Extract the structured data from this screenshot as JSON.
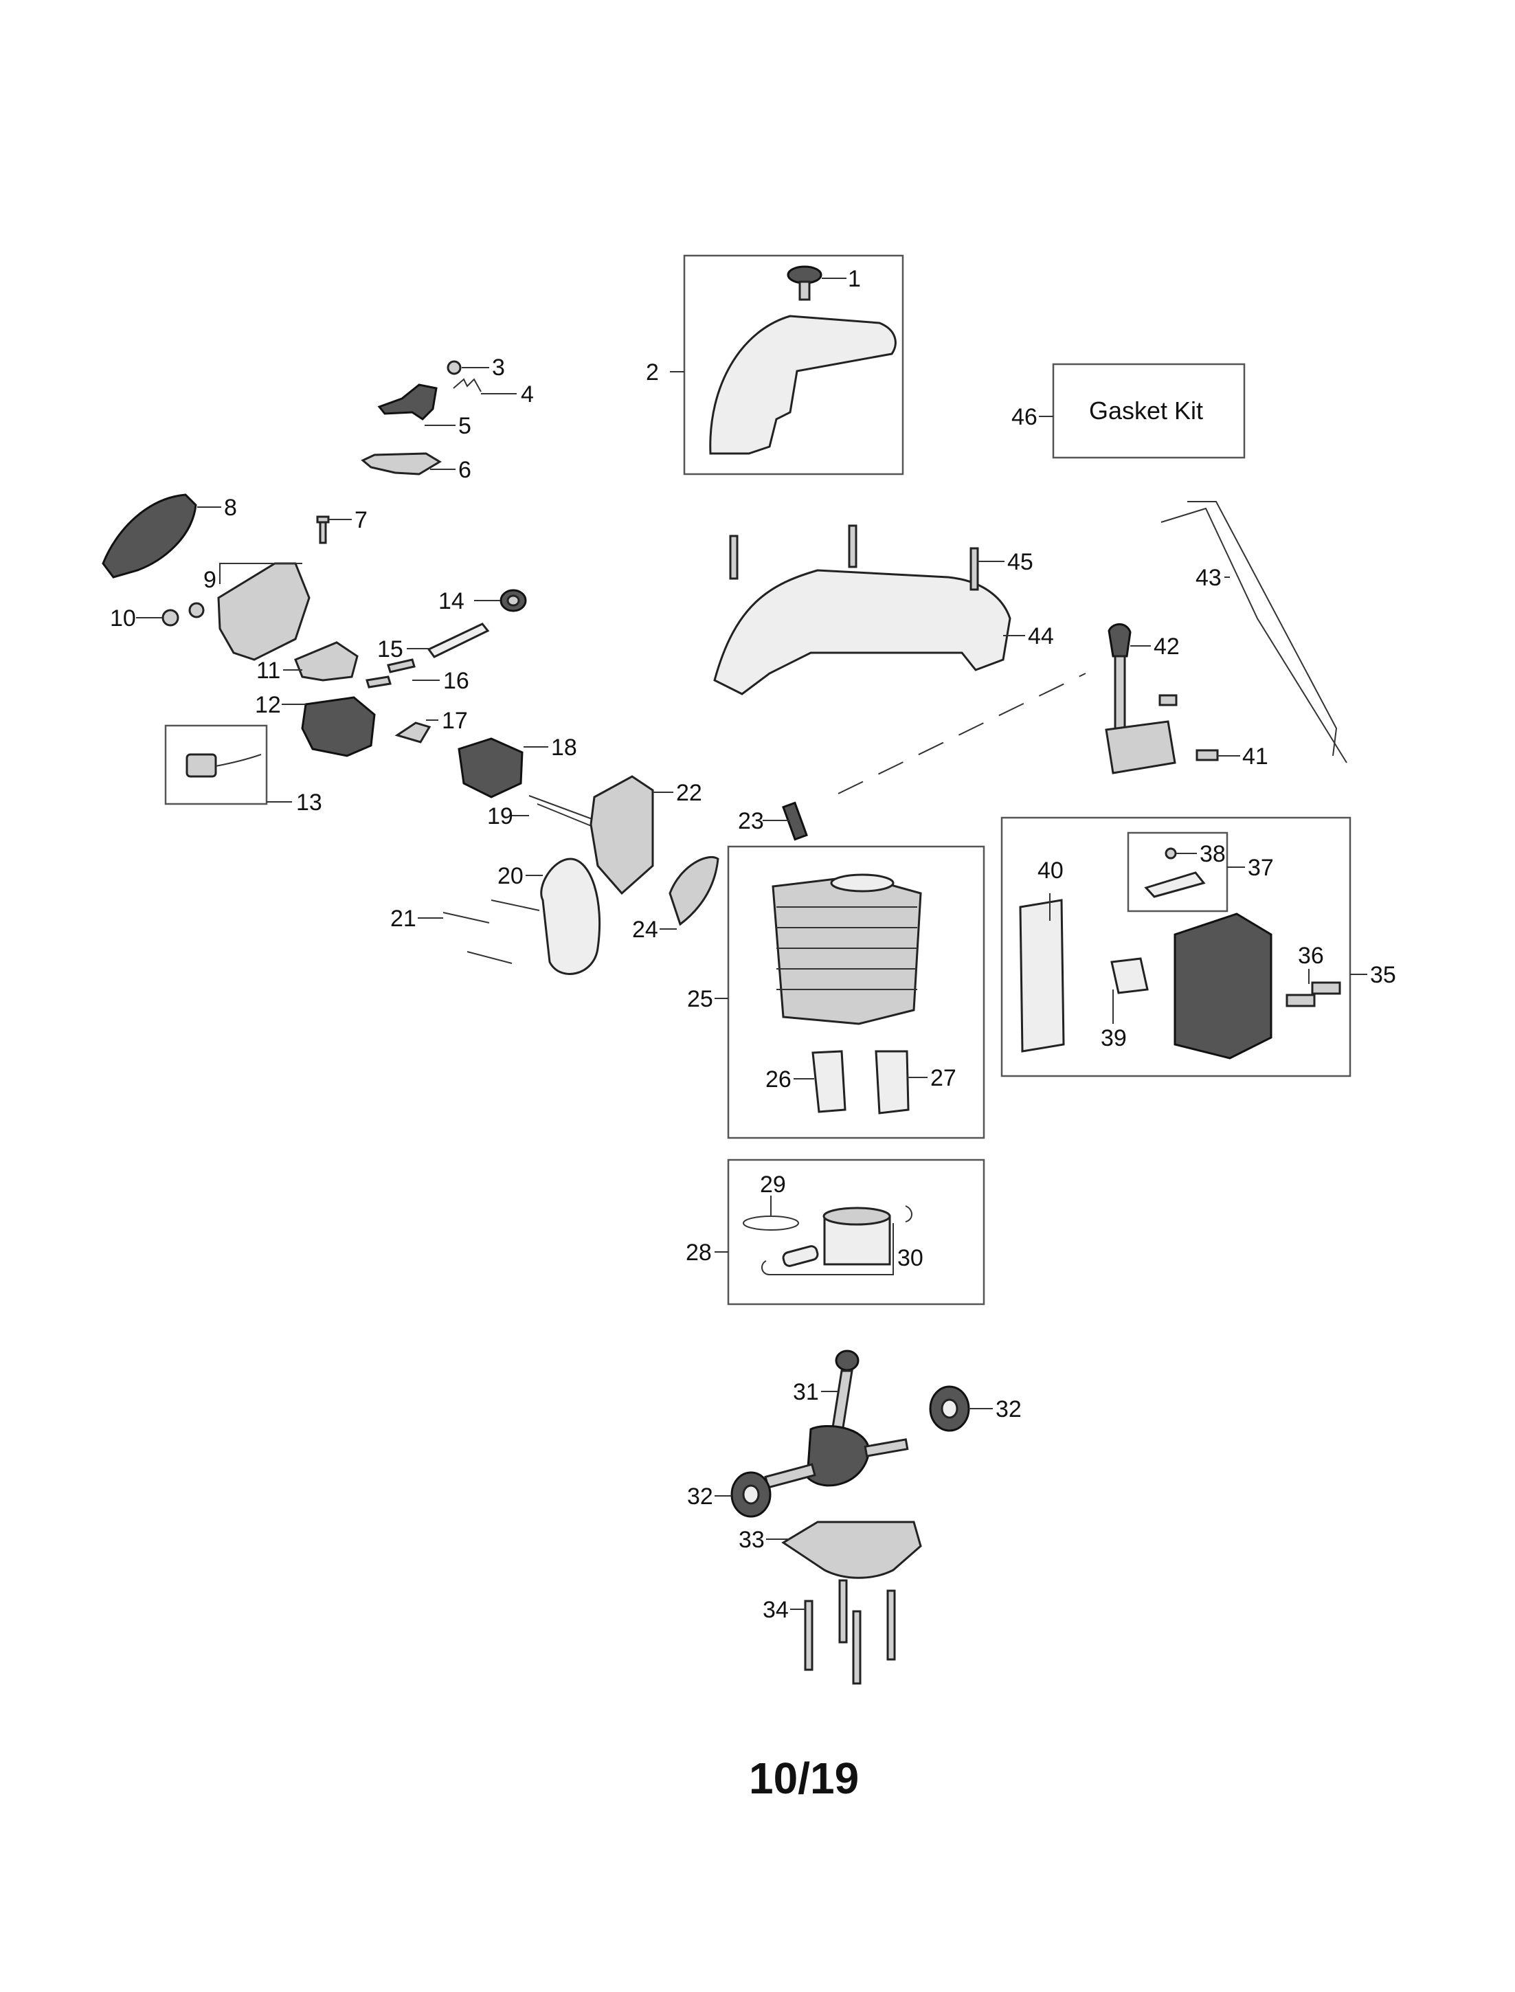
{
  "labels": {
    "p1": "1",
    "p2": "2",
    "p3": "3",
    "p4": "4",
    "p5": "5",
    "p6": "6",
    "p7": "7",
    "p8": "8",
    "p9": "9",
    "p10": "10",
    "p11": "11",
    "p12": "12",
    "p13": "13",
    "p14": "14",
    "p15": "15",
    "p16": "16",
    "p17": "17",
    "p18": "18",
    "p19": "19",
    "p20": "20",
    "p21": "21",
    "p22": "22",
    "p23": "23",
    "p24": "24",
    "p25": "25",
    "p26": "26",
    "p27": "27",
    "p28": "28",
    "p29": "29",
    "p30": "30",
    "p31": "31",
    "p32a": "32",
    "p32b": "32",
    "p33": "33",
    "p34": "34",
    "p35": "35",
    "p36": "36",
    "p37": "37",
    "p38": "38",
    "p39": "39",
    "p40": "40",
    "p41": "41",
    "p42": "42",
    "p43": "43",
    "p44": "44",
    "p45": "45",
    "p46": "46"
  },
  "gasket_kit": "Gasket Kit",
  "page_number": "10/19"
}
